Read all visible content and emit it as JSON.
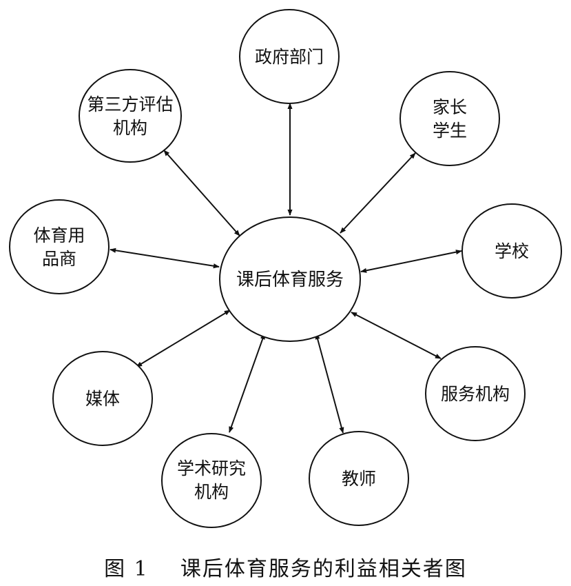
{
  "diagram": {
    "center": "课后体育服务",
    "nodes": [
      {
        "id": "gov",
        "lines": [
          "政府部门"
        ]
      },
      {
        "id": "third",
        "lines": [
          "第三方评估",
          "机构"
        ]
      },
      {
        "id": "parents",
        "lines": [
          "家长",
          "学生"
        ]
      },
      {
        "id": "goods",
        "lines": [
          "体育用",
          "品商"
        ]
      },
      {
        "id": "school",
        "lines": [
          "学校"
        ]
      },
      {
        "id": "media",
        "lines": [
          "媒体"
        ]
      },
      {
        "id": "service",
        "lines": [
          "服务机构"
        ]
      },
      {
        "id": "research",
        "lines": [
          "学术研究",
          "机构"
        ]
      },
      {
        "id": "teacher",
        "lines": [
          "教师"
        ]
      }
    ]
  },
  "caption": {
    "label": "图 1",
    "text": "课后体育服务的利益相关者图"
  }
}
